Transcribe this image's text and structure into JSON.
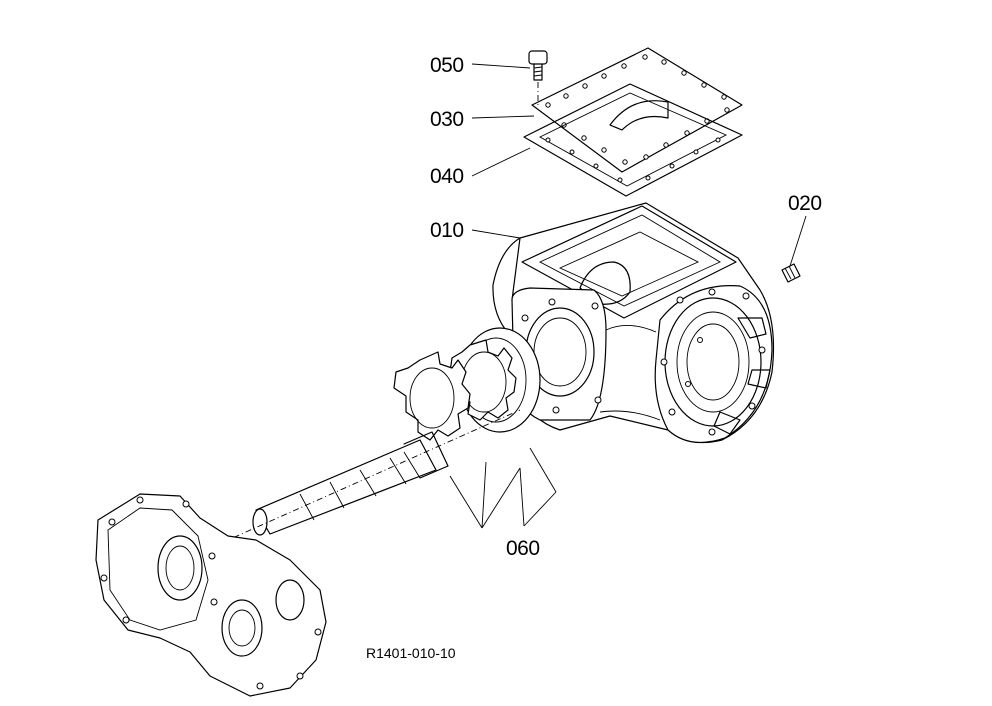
{
  "callouts": {
    "c050": "050",
    "c030": "030",
    "c040": "040",
    "c010": "010",
    "c020": "020",
    "c060": "060"
  },
  "reference": "R1401-010-10"
}
